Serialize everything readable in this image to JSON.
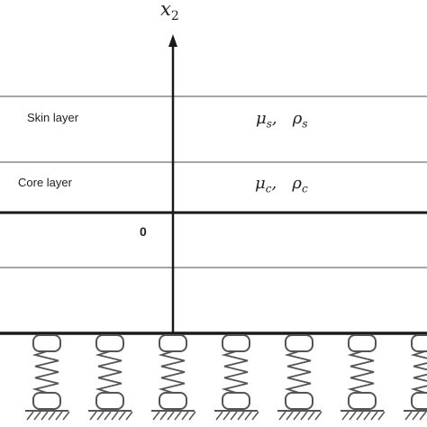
{
  "axis": {
    "symbol": "x",
    "subscript": "2"
  },
  "layers": [
    {
      "name": "Skin layer",
      "shear_modulus": {
        "symbol": "μ",
        "sub": "s"
      },
      "density": {
        "symbol": "ρ",
        "sub": "s"
      }
    },
    {
      "name": "Core layer",
      "shear_modulus": {
        "symbol": "μ",
        "sub": "c"
      },
      "density": {
        "symbol": "ρ",
        "sub": "c"
      }
    }
  ],
  "origin_label": "0",
  "separator": ",",
  "spring_count": 7,
  "colors": {
    "line": "#333333",
    "thick_line": "#1a1a1a",
    "hatch": "#555555",
    "spring": "#555555"
  }
}
